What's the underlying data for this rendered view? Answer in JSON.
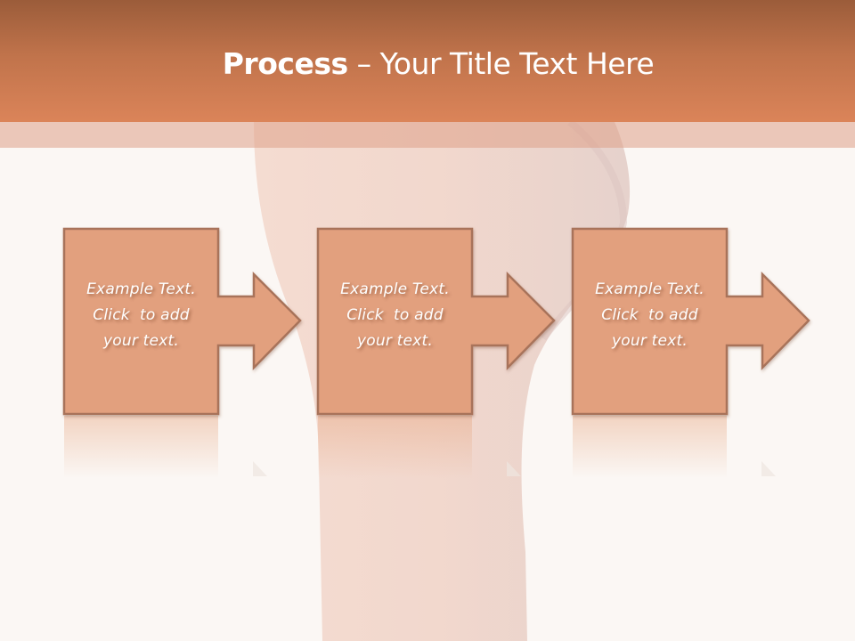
{
  "slide": {
    "title_bold": "Process",
    "title_rest": " – Your Title Text Here",
    "colors": {
      "header_top": "#9b5c3a",
      "header_bottom": "#db8459",
      "box_fill": "#e2a07e",
      "box_border": "#a8735a",
      "background": "#fbf7f4"
    }
  },
  "steps": [
    {
      "line1": "Example Text.",
      "line2": "Click  to add",
      "line3": "your text."
    },
    {
      "line1": "Example Text.",
      "line2": "Click  to add",
      "line3": "your text."
    },
    {
      "line1": "Example Text.",
      "line2": "Click  to add",
      "line3": "your text."
    }
  ]
}
